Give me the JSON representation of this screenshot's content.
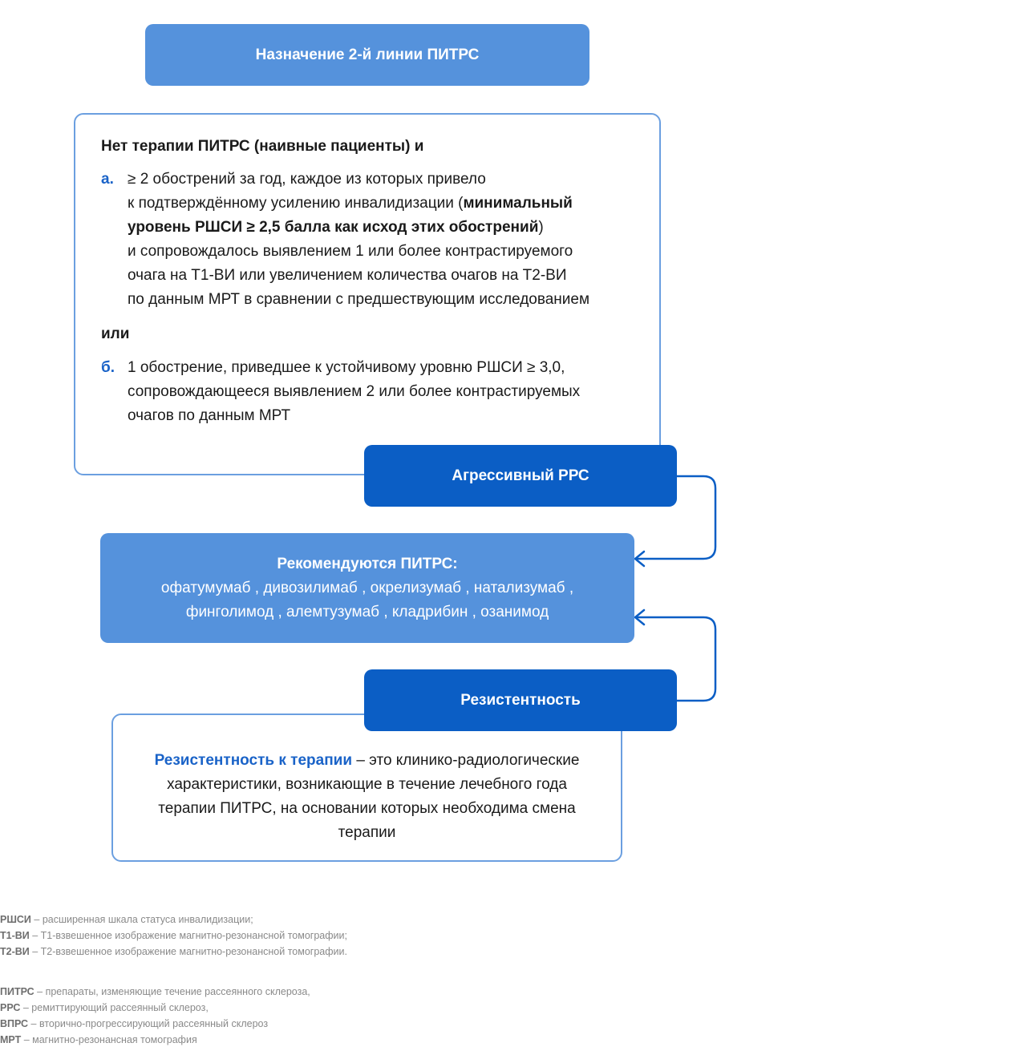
{
  "title": "Назначение 2-й линии ПИТРС",
  "criteria": {
    "heading": "Нет терапии ПИТРС (наивные пациенты) и",
    "a": {
      "letter": "а.",
      "lines": [
        "≥ 2 обострений за год, каждое из которых привело",
        "к подтверждённому усилению инвалидизации ("
      ],
      "bold_1": "минимальный",
      "bold_2": "уровень РШСИ ≥ 2,5 балла как исход этих обострений",
      "close_paren": ")",
      "rest": [
        "и сопровождалось выявлением 1 или более контрастируемого",
        "очага на Т1-ВИ или увеличением количества очагов на Т2-ВИ",
        "по данным МРТ в сравнении с предшествующим исследованием"
      ]
    },
    "or_word": "или",
    "b": {
      "letter": "б.",
      "lines": [
        "1 обострение, приведшее к устойчивому уровню РШСИ ≥ 3,0,",
        "сопровождающееся выявлением 2 или более контрастируемых",
        "очагов по данным МРТ"
      ]
    }
  },
  "aggressive_label": "Агрессивный РРС",
  "recommended": {
    "title": "Рекомендуются ПИТРС:",
    "line1": "офатумумаб , дивозилимаб , окрелизумаб , натализумаб ,",
    "line2": "финголимод , алемтузумаб , кладрибин , озанимод"
  },
  "resistance_label": "Резистентность",
  "definition": {
    "term": "Резистентность к терапии",
    "text1": " – это клинико-радиологические",
    "text2": "характеристики, возникающие в течение лечебного года",
    "text3": "терапии ПИТРС, на основании которых необходима смена",
    "text4": "терапии"
  },
  "legend": [
    {
      "abbr": "РШСИ",
      "desc": " – расширенная шкала статуса инвалидизации;"
    },
    {
      "abbr": "Т1-ВИ",
      "desc": " – Т1-взвешенное изображение магнитно-резонансной томографии;"
    },
    {
      "abbr": "Т2-ВИ",
      "desc": " – Т2-взвешенное изображение магнитно-резонансной томографии."
    }
  ],
  "legend2": [
    {
      "abbr": "ПИТРС",
      "desc": " – препараты, изменяющие течение рассеянного склероза,"
    },
    {
      "abbr": "РРС",
      "desc": " – ремиттирующий рассеянный склероз,"
    },
    {
      "abbr": "ВПРС",
      "desc": " – вторично-прогрессирующий рассеянный склероз"
    },
    {
      "abbr": "МРТ",
      "desc": " – магнитно-резонансная томография"
    }
  ],
  "colors": {
    "light_blue": "#5592dc",
    "dark_blue": "#0b5ec5",
    "border_blue": "#6b9fe0",
    "accent_text": "#1a63c8"
  }
}
